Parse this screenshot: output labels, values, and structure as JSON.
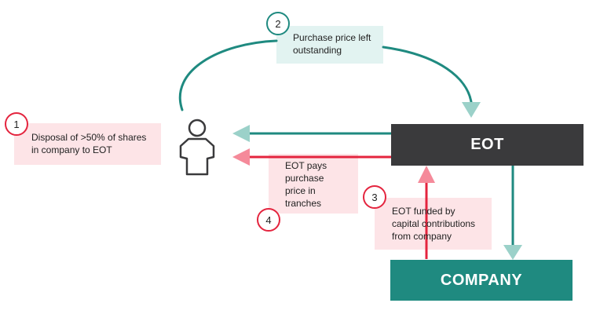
{
  "colors": {
    "eot_box": "#3a3a3c",
    "company_box": "#1f8a80",
    "teal": "#1f8a80",
    "teal_light": "#9bd1c9",
    "red": "#e4243e",
    "red_light": "#f58a9a",
    "pink_label_bg": "#fde4e7",
    "mint_label_bg": "#e2f3f1",
    "person_outline": "#3a3a3c"
  },
  "nodes": {
    "eot": {
      "label": "EOT"
    },
    "company": {
      "label": "COMPANY"
    },
    "person": {
      "icon": "person-icon"
    }
  },
  "steps": [
    {
      "number": "1",
      "lines": [
        "Disposal of >50% of shares",
        "in company to EOT"
      ]
    },
    {
      "number": "2",
      "lines": [
        "Purchase price left",
        "outstanding"
      ]
    },
    {
      "number": "3",
      "lines": [
        "EOT funded by",
        "capital contributions",
        "from company"
      ]
    },
    {
      "number": "4",
      "lines": [
        "EOT pays",
        "purchase",
        "price in",
        "tranches"
      ]
    }
  ]
}
